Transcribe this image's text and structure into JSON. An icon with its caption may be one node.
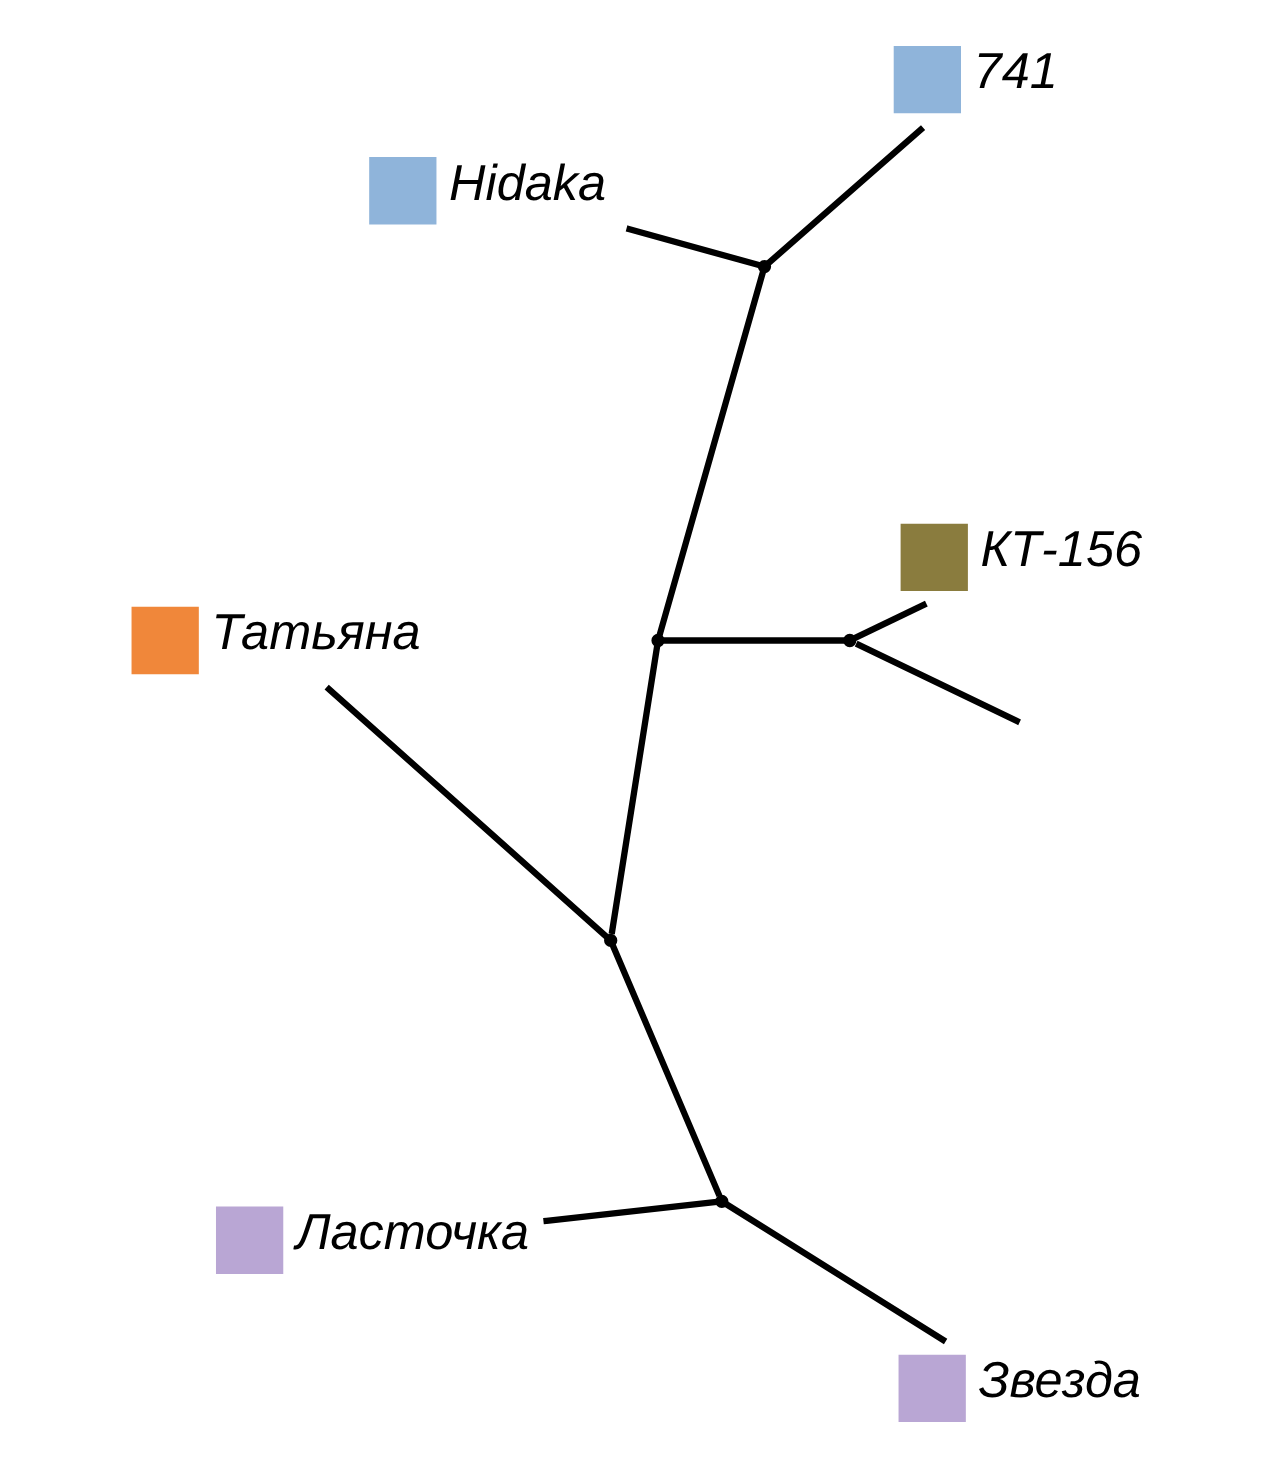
{
  "diagram": {
    "nodes": [
      {
        "text": [],
        "shape": "box",
        "beside": [
          "Ласточка"
        ]
      },
      {
        "text": [],
        "shape": "box",
        "beside": [
          "КТ-156"
        ]
      },
      {
        "text": [],
        "shape": "box",
        "beside": [
          "Звезда"
        ]
      },
      {
        "text": [],
        "shape": "box",
        "beside": [
          "Татьяна"
        ]
      },
      {
        "text": [],
        "shape": "box",
        "beside": [
          "741"
        ]
      },
      {
        "text": [],
        "shape": "box",
        "beside": [
          "Hidaka"
        ]
      },
      {
        "text": [],
        "shape": "point"
      },
      {
        "text": [],
        "shape": "point"
      },
      {
        "text": [],
        "shape": "point"
      },
      {
        "text": [],
        "shape": "point"
      },
      {
        "text": [],
        "shape": "point"
      }
    ],
    "edges": [
      {
        "from": null,
        "to": 6,
        "arrow": "none"
      },
      {
        "from": 6,
        "to": 1,
        "arrow": "none"
      },
      {
        "from": 6,
        "to": 7,
        "arrow": "none"
      },
      {
        "from": 7,
        "to": 8,
        "arrow": "none"
      },
      {
        "from": 7,
        "to": 9,
        "arrow": "none"
      },
      {
        "from": 8,
        "to": 4,
        "arrow": "none"
      },
      {
        "from": 8,
        "to": 5,
        "arrow": "none"
      },
      {
        "from": 9,
        "to": 3,
        "arrow": "none"
      },
      {
        "from": 9,
        "to": 10,
        "arrow": "none"
      },
      {
        "from": 10,
        "to": 0,
        "arrow": "none"
      },
      {
        "from": 10,
        "to": 2,
        "arrow": "none"
      }
    ]
  }
}
